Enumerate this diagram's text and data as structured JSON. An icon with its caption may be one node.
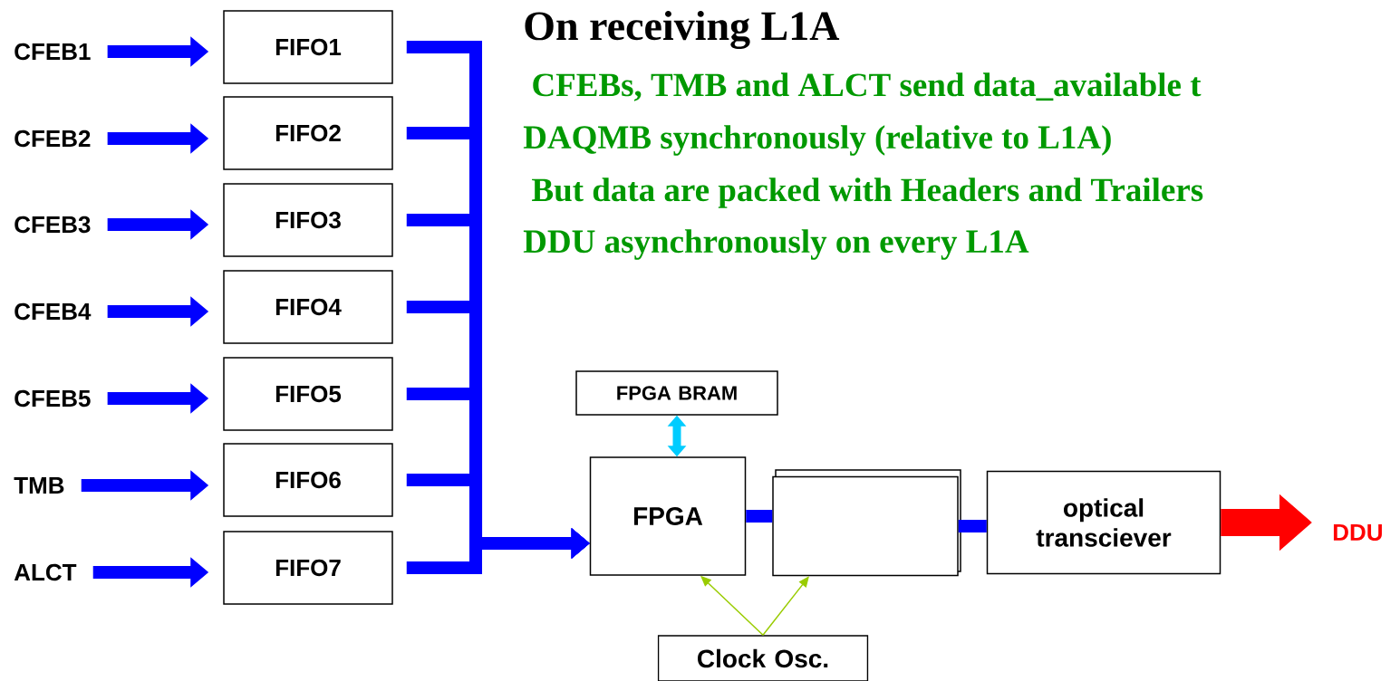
{
  "diagram": {
    "title": "On receiving L1A",
    "nodes": [
      {
        "text": [
          "CFEB1"
        ]
      },
      {
        "text": [
          "CFEB2"
        ]
      },
      {
        "text": [
          "CFEB3"
        ]
      },
      {
        "text": [
          "CFEB4"
        ]
      },
      {
        "text": [
          "CFEB5"
        ]
      },
      {
        "text": [
          "TMB"
        ]
      },
      {
        "text": [
          "ALCT"
        ]
      },
      {
        "text": [
          "FIFO1"
        ]
      },
      {
        "text": [
          "FIFO2"
        ]
      },
      {
        "text": [
          "FIFO3"
        ]
      },
      {
        "text": [
          "FIFO4"
        ]
      },
      {
        "text": [
          "FIFO5"
        ]
      },
      {
        "text": [
          "FIFO6"
        ]
      },
      {
        "text": [
          "FIFO7"
        ]
      },
      {
        "text": [
          "FPGA BRAM"
        ]
      },
      {
        "text": [
          "FPGA"
        ]
      },
      {
        "text": [],
        "shape": "box"
      },
      {
        "text": [
          "optical transciever"
        ]
      },
      {
        "text": [
          "DDU"
        ]
      },
      {
        "text": [
          "Clock Osc."
        ]
      }
    ],
    "edges": [
      {
        "from": 0,
        "to": 7,
        "arrow": "to"
      },
      {
        "from": 1,
        "to": 8,
        "arrow": "to"
      },
      {
        "from": 2,
        "to": 9,
        "arrow": "to"
      },
      {
        "from": 3,
        "to": 10,
        "arrow": "to"
      },
      {
        "from": 4,
        "to": 11,
        "arrow": "to"
      },
      {
        "from": 5,
        "to": 12,
        "arrow": "to"
      },
      {
        "from": 6,
        "to": 13,
        "arrow": "to"
      },
      {
        "from": 7,
        "to": 15,
        "arrow": "to"
      },
      {
        "from": 8,
        "to": 15,
        "arrow": "to"
      },
      {
        "from": 9,
        "to": 15,
        "arrow": "to"
      },
      {
        "from": 10,
        "to": 15,
        "arrow": "to"
      },
      {
        "from": 11,
        "to": 15,
        "arrow": "to"
      },
      {
        "from": 12,
        "to": 15,
        "arrow": "to"
      },
      {
        "from": 13,
        "to": 15,
        "arrow": "to"
      },
      {
        "from": 14,
        "to": 15,
        "arrow": "both",
        "color": "#00ccff"
      },
      {
        "from": 15,
        "to": 16,
        "arrow": "none"
      },
      {
        "from": 16,
        "to": 17,
        "arrow": "none"
      },
      {
        "from": 17,
        "to": 18,
        "arrow": "to",
        "style": "thick",
        "color": "#ff0000"
      },
      {
        "from": 19,
        "to": 15,
        "arrow": "to",
        "color": "#99cc00"
      },
      {
        "from": 19,
        "to": 16,
        "arrow": "to",
        "color": "#99cc00"
      }
    ],
    "labels": [
      " CFEBs, TMB and ALCT send data_available t",
      "DAQMB synchronously (relative to L1A)",
      " But data are packed with Headers and Trailers",
      "DDU asynchronously on every L1A"
    ]
  }
}
